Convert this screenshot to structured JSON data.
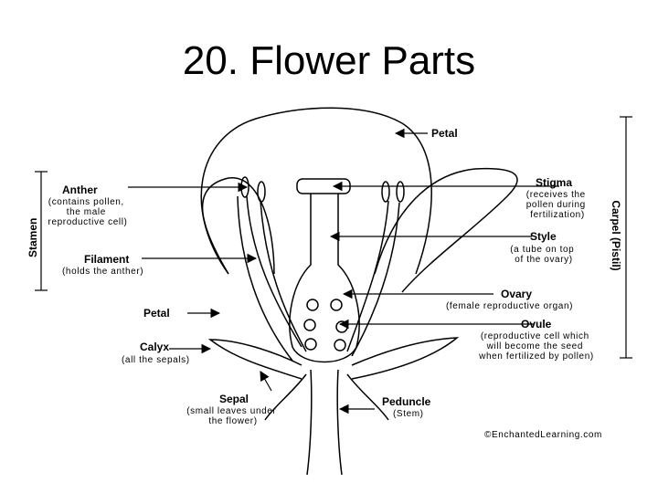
{
  "title": "20. Flower Parts",
  "labels": {
    "petal_top": "Petal",
    "anther": "Anther",
    "anther_desc": [
      "(contains pollen,",
      "the male",
      "reproductive cell)"
    ],
    "stamen": "Stamen",
    "filament": "Filament",
    "filament_desc": "(holds the anther)",
    "petal_left": "Petal",
    "calyx": "Calyx",
    "calyx_desc": "(all the sepals)",
    "sepal": "Sepal",
    "sepal_desc": [
      "(small leaves under",
      "the flower)"
    ],
    "stigma": "Stigma",
    "stigma_desc": [
      "(receives the",
      "pollen during",
      "fertilization)"
    ],
    "style": "Style",
    "style_desc": [
      "(a tube on top",
      "of the ovary)"
    ],
    "ovary": "Ovary",
    "ovary_desc": "(female reproductive organ)",
    "ovule": "Ovule",
    "ovule_desc": [
      "(reproductive cell which",
      "will become the seed",
      "when fertilized by pollen)"
    ],
    "peduncle": "Peduncle",
    "peduncle_desc": "(Stem)",
    "carpel": "Carpel (Pistil)",
    "copyright": "©EnchantedLearning.com"
  }
}
